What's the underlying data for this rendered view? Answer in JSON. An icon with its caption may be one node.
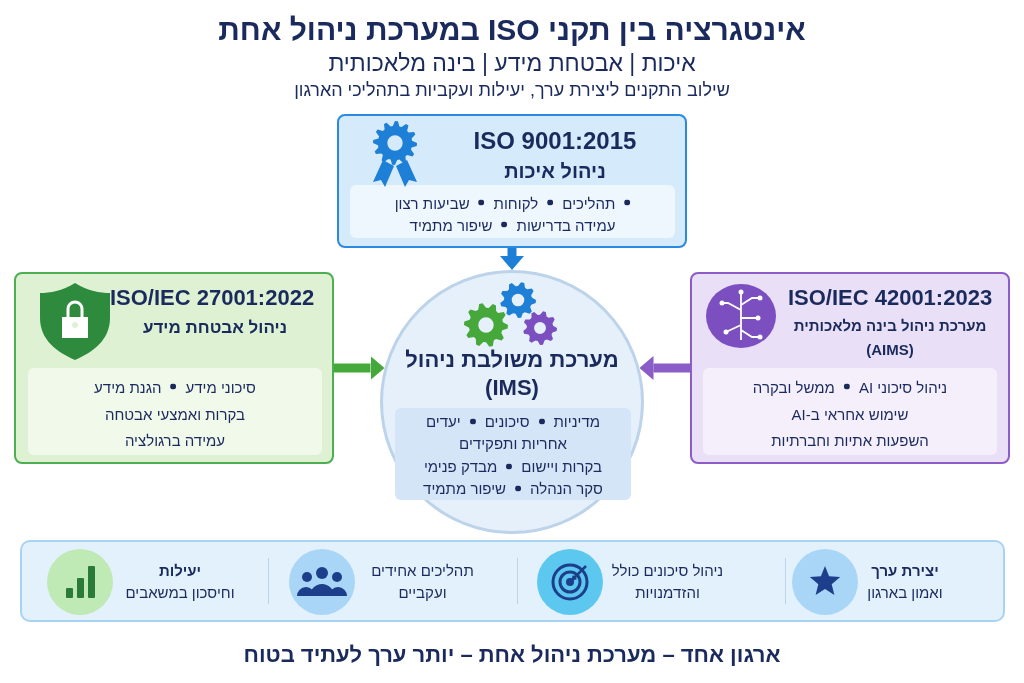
{
  "diagram": {
    "title": "אינטגרציה בין תקני ISO במערכת ניהול אחת",
    "nodes": [
      {
        "text": [
          "ISO 9001:2015",
          "ניהול איכות"
        ]
      },
      {
        "text": [
          "תהליכים",
          "לקוחות",
          "שביעות רצון",
          "עמידה בדרישות",
          "שיפור מתמיד"
        ],
        "in": 0
      },
      {
        "text": [
          "ISO/IEC 27001:2022",
          "ניהול אבטחת מידע"
        ]
      },
      {
        "text": [
          "סיכוני מידע",
          "הגנת מידע",
          "בקרות ואמצעי אבטחה",
          "עמידה ברגולציה"
        ],
        "in": 2
      },
      {
        "text": [
          "מערכת משולבת ניהול",
          "(IMS)"
        ]
      },
      {
        "text": [
          "מדיניות",
          "סיכונים",
          "יעדים",
          "אחריות ותפקידים",
          "בקרות ויישום",
          "מבדק פנימי",
          "סקר הנהלה",
          "שיפור מתמיד"
        ],
        "in": 4
      },
      {
        "text": [
          "ISO/IEC 42001:2023",
          "מערכת ניהול בינה מלאכותית",
          "(AIMS)"
        ]
      },
      {
        "text": [
          "ניהול סיכוני AI",
          "ממשל ובקרה",
          "שימוש אחראי ב-AI",
          "השפעות אתיות וחברתיות"
        ],
        "in": 6
      },
      {
        "text": [],
        "shape": "box"
      },
      {
        "text": [
          "יצירת ערך",
          "ואמון בארגון"
        ],
        "in": 8
      },
      {
        "text": [
          "ניהול סיכונים כולל והזדמנויות"
        ],
        "in": 8
      },
      {
        "text": [
          "תהליכים אחידים ועקביים"
        ],
        "in": 8
      },
      {
        "text": [
          "יעילות",
          "וחיסכון במשאבים"
        ],
        "in": 8
      }
    ],
    "edges": [
      {
        "from": 0,
        "to": 4,
        "arrow": "to",
        "color": "#1e7fd6"
      },
      {
        "from": 2,
        "to": 4,
        "arrow": "to",
        "color": "#45a83a"
      },
      {
        "from": 6,
        "to": 4,
        "arrow": "to",
        "color": "#8a5cc8"
      }
    ],
    "labels": [
      "איכות | אבטחת מידע | בינה מלאכותית",
      "שילוב התקנים ליצירת ערך, יעילות ועקביות בתהליכי הארגון"
    ],
    "caption": "ארגון אחד – מערכת ניהול אחת – יותר ערך לעתיד בטוח"
  }
}
